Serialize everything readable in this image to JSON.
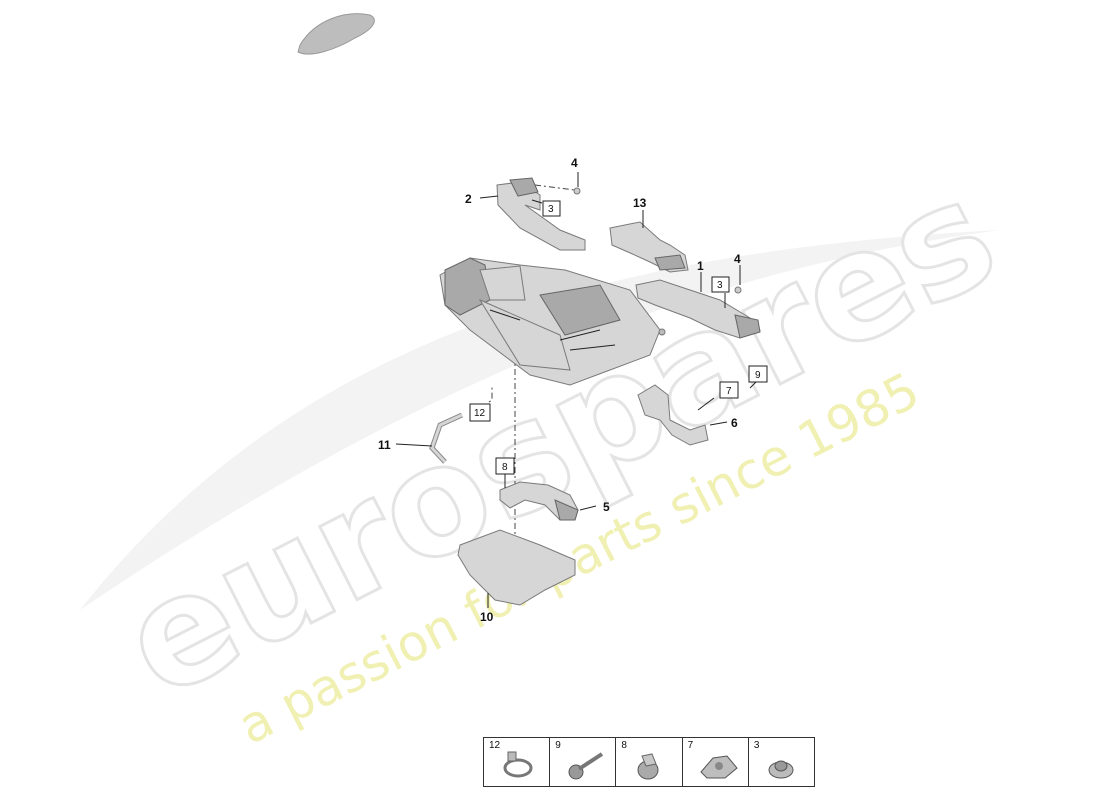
{
  "watermark": {
    "brand": "eurospares",
    "tagline": "a passion for parts since 1985"
  },
  "callouts": {
    "c1": "1",
    "c2": "2",
    "c4a": "4",
    "c4b": "4",
    "c5": "5",
    "c6": "6",
    "c10": "10",
    "c11": "11",
    "c13": "13",
    "b3a": "3",
    "b3b": "3",
    "b7": "7",
    "b8": "8",
    "b9": "9",
    "b12": "12"
  },
  "legend": {
    "items": [
      {
        "num": "12",
        "icon": "hose-clamp-icon"
      },
      {
        "num": "9",
        "icon": "screw-icon"
      },
      {
        "num": "8",
        "icon": "expanding-rivet-icon"
      },
      {
        "num": "7",
        "icon": "clip-nut-icon"
      },
      {
        "num": "3",
        "icon": "washer-nut-icon"
      }
    ]
  },
  "colors": {
    "part_fill": "#d6d6d6",
    "part_stroke": "#7a7a7a",
    "watermark_tagline": "#ecec9a"
  }
}
